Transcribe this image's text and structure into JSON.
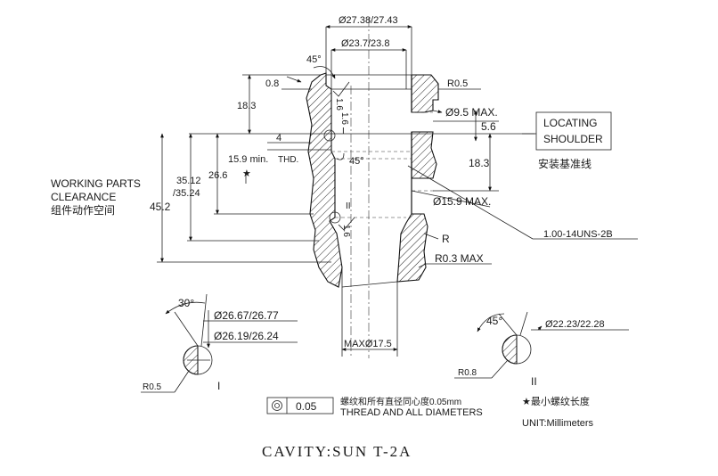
{
  "title": "CAVITY:SUN T-2A",
  "dims": {
    "outer_dia": "Ø27.38/27.43",
    "inner_dia": "Ø23.7/23.8",
    "chamfer_45_top": "45°",
    "top_depth": "0.8",
    "depth_18_3_left": "18.3",
    "depth_4": "4",
    "thread_min": "15.9 min.",
    "thd_label": "THD.",
    "angle_45_mid": "45°",
    "depth_26_6": "26.6",
    "depth_35": "35.12",
    "depth_35b": "/35.24",
    "depth_45_2": "45.2",
    "radius_r05": "R0.5",
    "dia_9_5": "Ø9.5 MAX.",
    "dim_5_6": "5.6",
    "dim_18_3_right": "18.3",
    "dia_15_9": "Ø15.9 MAX.",
    "thread_spec": "1.00-14UNS-2B",
    "radius_r": "R",
    "radius_r03": "R0.3 MAX",
    "max_dia_17_5": "MAXØ17.5",
    "finish_1": "1.6",
    "finish_2": "1.6",
    "finish_3": "1.6",
    "roman_1_main": "I",
    "roman_2_main": "II"
  },
  "labels": {
    "working_parts_1": "WORKING PARTS",
    "working_parts_2": "CLEARANCE",
    "working_parts_cn": "组件动作空间",
    "locating_1": "LOCATING",
    "locating_2": "SHOULDER",
    "locating_cn": "安装基准线"
  },
  "detail_1": {
    "angle": "30°",
    "dia_a": "Ø26.67/26.77",
    "dia_b": "Ø26.19/26.24",
    "radius": "R0.5",
    "roman": "I"
  },
  "detail_2": {
    "angle": "45°",
    "dia": "Ø22.23/22.28",
    "radius": "R0.8",
    "roman": "II"
  },
  "notes": {
    "concentricity_value": "0.05",
    "concentricity_cn": "螺纹和所有直径同心度0.05mm",
    "concentricity_en": "THREAD AND ALL DIAMETERS",
    "min_thread_cn": "★最小螺纹长度",
    "unit": "UNIT:Millimeters"
  }
}
